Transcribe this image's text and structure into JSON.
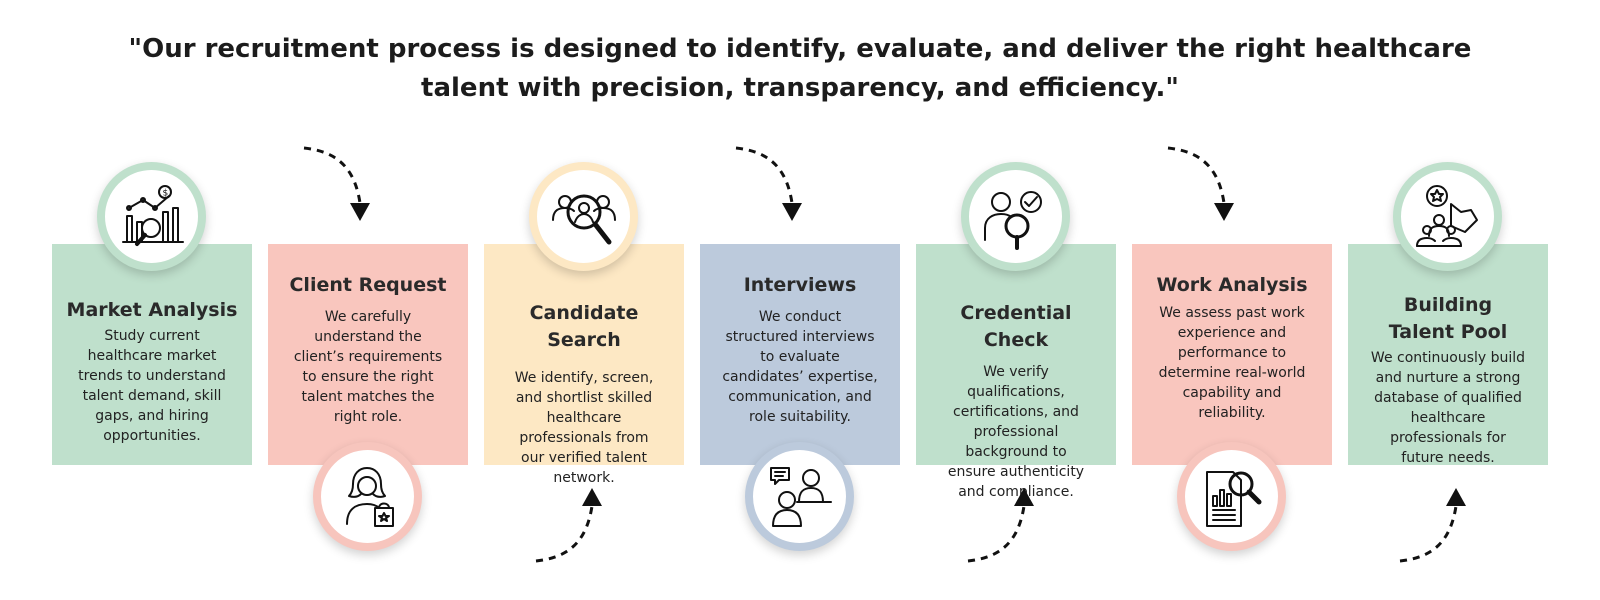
{
  "headline": {
    "line1": "\"Our recruitment process is designed to identify, evaluate, and deliver the right healthcare",
    "line2": "talent with precision, transparency, and efficiency.\""
  },
  "colors": {
    "green": "#bfe0cc",
    "green_ring": "#bfe0cc",
    "pink": "#f9c6be",
    "pink_ring": "#f7c5bd",
    "yellow": "#fde8c4",
    "yellow_ring": "#fde8c4",
    "blue": "#bccadc",
    "blue_ring": "#bccadc"
  },
  "steps": [
    {
      "title": "Market Analysis",
      "text": "Study current healthcare market trends to understand talent demand, skill gaps, and hiring opportunities.",
      "icon": "market-chart-icon"
    },
    {
      "title": "Client Request",
      "text": "We carefully understand the client’s requirements to ensure the right talent matches the right role.",
      "icon": "client-shopping-icon"
    },
    {
      "title": "Candidate Search",
      "text": "We identify, screen, and shortlist skilled healthcare professionals from our verified talent network.",
      "icon": "candidate-search-icon"
    },
    {
      "title": "Interviews",
      "text": "We conduct structured interviews to evaluate candidates’ expertise, communication, and role suitability.",
      "icon": "interview-icon"
    },
    {
      "title": "Credential Check",
      "text": "We verify qualifications, certifications, and professional background to ensure authenticity and compliance.",
      "icon": "credential-check-icon"
    },
    {
      "title": "Work Analysis",
      "text": "We assess past work experience and performance to determine real-world capability and reliability.",
      "icon": "work-report-icon"
    },
    {
      "title": "Building Talent Pool",
      "text": "We continuously build and nurture a strong database of qualified healthcare professionals for future needs.",
      "icon": "talent-pool-icon"
    }
  ]
}
